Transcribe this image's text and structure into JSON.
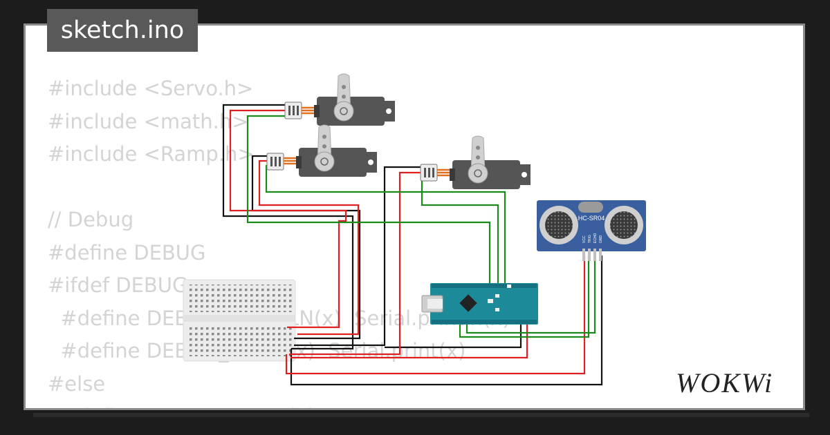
{
  "file_tab": {
    "label": "sketch.ino"
  },
  "code_lines": [
    "#include <Servo.h>",
    "#include <math.h>",
    "#include <Ramp.h>",
    "",
    "// Debug",
    "#define DEBUG",
    "#ifdef DEBUG",
    "  #define DEBUG_PRINTLN(x)  Serial.println(x)",
    "  #define DEBUG_PRINT(x)  Serial.print(x)",
    "#else",
    "  #define DEBUG_PRINT(x)"
  ],
  "components": {
    "ultrasonic_label": "HC-SR04",
    "ultrasonic_pins": [
      "VCC",
      "TRIG",
      "ECHO",
      "GND"
    ]
  },
  "brand": {
    "logo_text": "WOKWi"
  },
  "colors": {
    "wire_red": "#e02020",
    "wire_black": "#111111",
    "wire_green": "#1a8a1a",
    "arduino_board": "#1d8a99",
    "sensor_board": "#3a5f9e",
    "servo_body": "#555555"
  }
}
